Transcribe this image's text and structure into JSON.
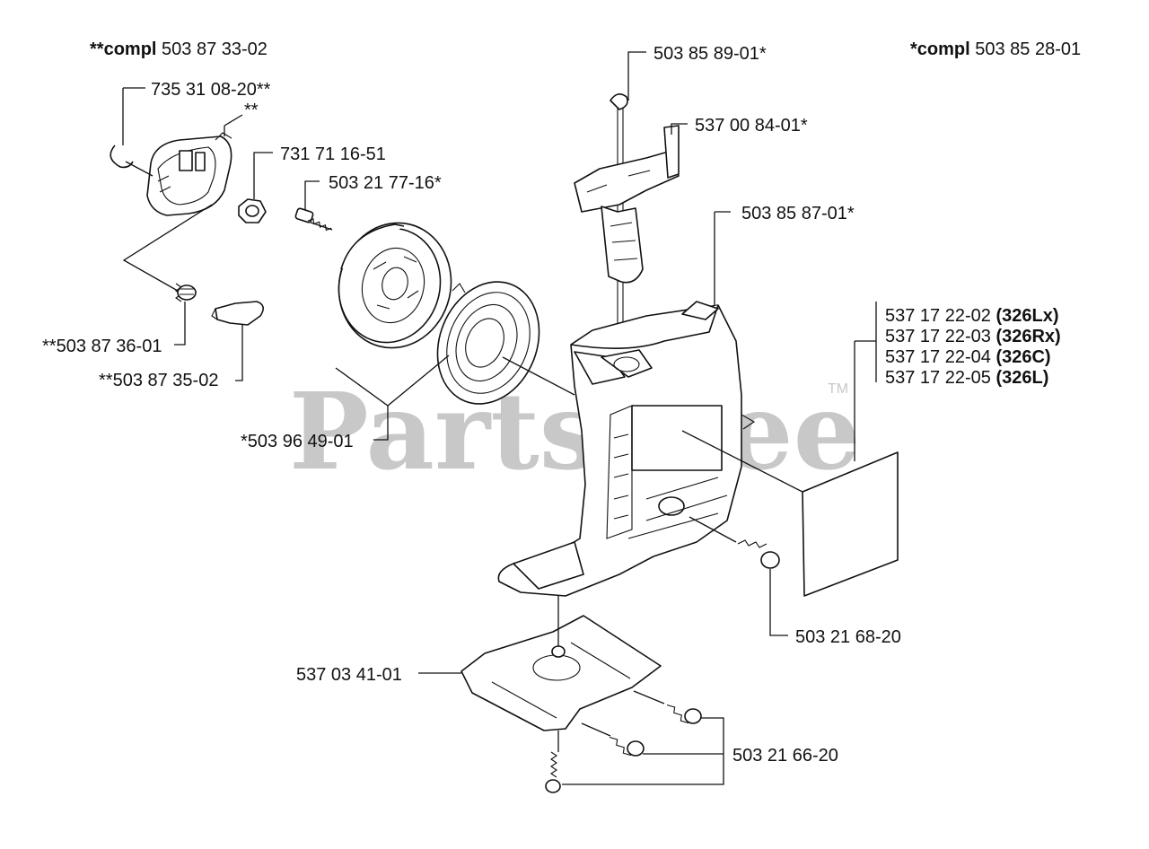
{
  "headers": {
    "left_prefix": "**compl",
    "left_number": "503 87 33-02",
    "right_prefix": "*compl",
    "right_number": "503 85 28-01"
  },
  "labels": {
    "starter_pawl_clip": "735 31 08-20**",
    "pawl_assembly_marker": "**",
    "nut": "731 71 16-51",
    "screw_shoulder": "503 21 77-16*",
    "rope": "503 85 89-01*",
    "handle": "537 00 84-01*",
    "housing": "503 85 87-01*",
    "spring": "**503 87 36-01",
    "pawl": "**503 87 35-02",
    "pulley_spring": "*503 96 49-01",
    "screw_side": "503 21 68-20",
    "plate": "537 03 41-01",
    "screws_bottom": "503 21 66-20"
  },
  "decal_labels": [
    {
      "number": "537 17 22-02",
      "model": "(326Lx)"
    },
    {
      "number": "537 17 22-03",
      "model": "(326Rx)"
    },
    {
      "number": "537 17 22-04",
      "model": "(326C)"
    },
    {
      "number": "537 17 22-05",
      "model": "(326L)"
    }
  ],
  "watermark": {
    "text": "PartsTree",
    "trademark": "TM",
    "color": "#c8c8c8"
  }
}
